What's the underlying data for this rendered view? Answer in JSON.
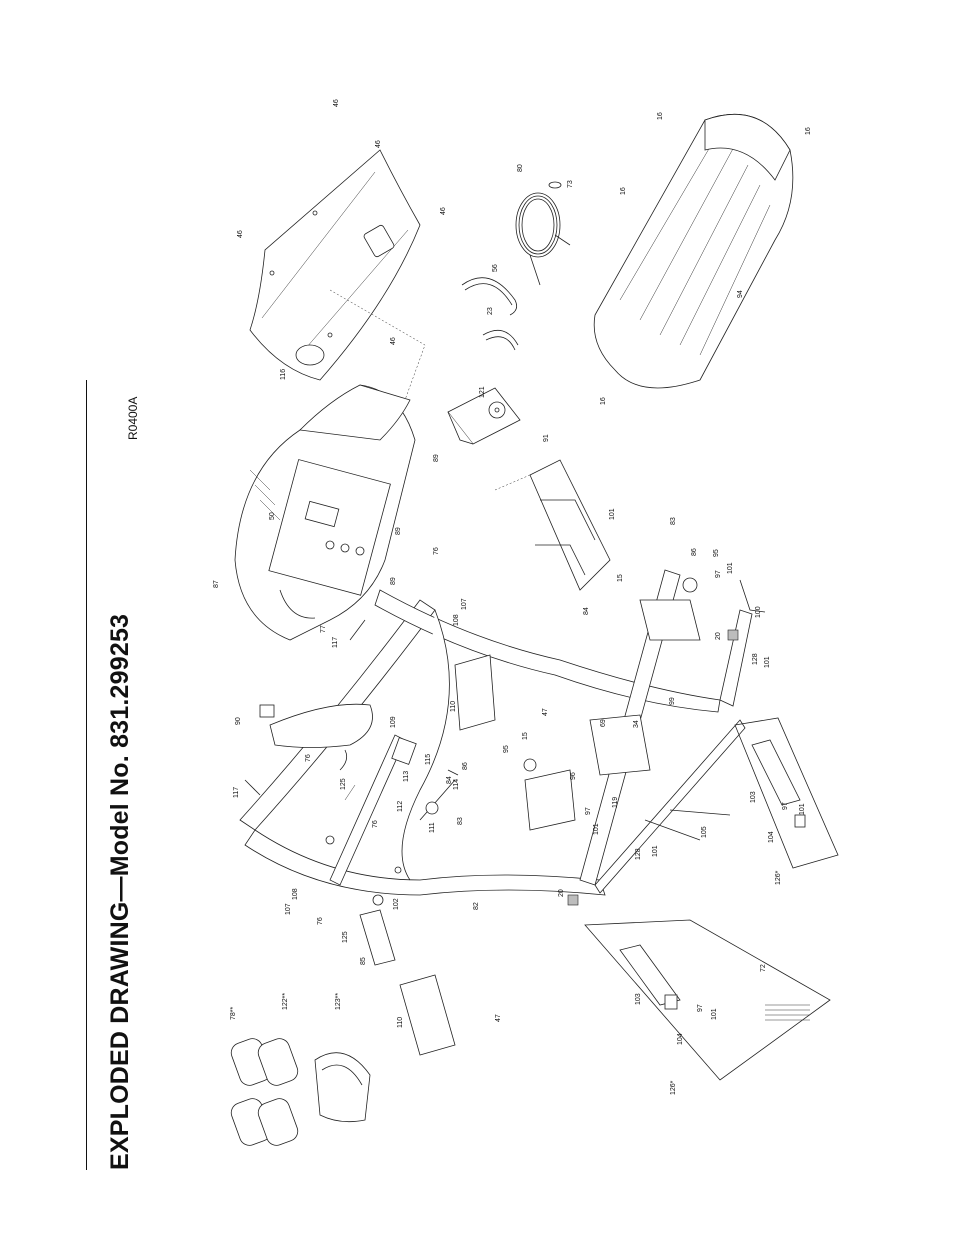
{
  "header": {
    "title": "EXPLODED DRAWING—Model No. 831.299253",
    "drawing_code": "R0400A"
  },
  "part_labels": [
    "46",
    "46",
    "46",
    "46",
    "46",
    "116",
    "16",
    "16",
    "16",
    "16",
    "80",
    "73",
    "56",
    "23",
    "94",
    "121",
    "87",
    "50",
    "77",
    "117",
    "89",
    "89",
    "89",
    "76",
    "107",
    "108",
    "91",
    "101",
    "83",
    "86",
    "95",
    "97",
    "101",
    "84",
    "15",
    "100",
    "20",
    "128",
    "101",
    "90",
    "109",
    "110",
    "47",
    "117",
    "76",
    "125",
    "115",
    "113",
    "114",
    "112",
    "111",
    "84",
    "86",
    "95",
    "15",
    "83",
    "82",
    "102",
    "76",
    "125",
    "85",
    "107",
    "108",
    "76",
    "96",
    "97",
    "101",
    "119",
    "69",
    "34",
    "99",
    "105",
    "103",
    "97",
    "101",
    "104",
    "126*",
    "20",
    "128",
    "101",
    "103",
    "97",
    "101",
    "104",
    "126*",
    "72",
    "110",
    "47",
    "78**",
    "122**",
    "123**"
  ]
}
